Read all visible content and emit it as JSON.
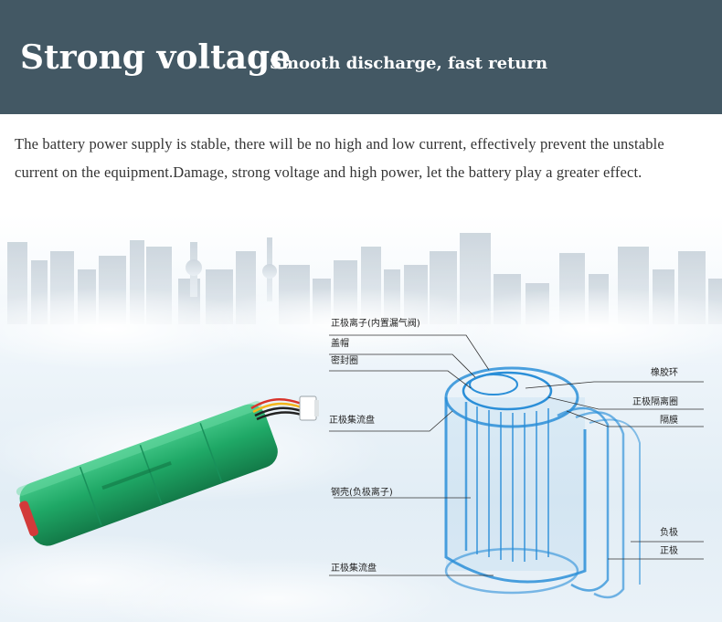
{
  "header": {
    "title": "Strong voltage",
    "subtitle": "Smooth discharge, fast return",
    "background": "#435864"
  },
  "description": "The battery power supply is stable, there will be no high and low current, effectively prevent the unstable current on the equipment.Damage, strong voltage and high power, let the battery play a greater effect.",
  "colors": {
    "battery_green": "#1fa866",
    "cell_blue": "#2b8fd8"
  },
  "diagram": {
    "labels": {
      "positive_ion_valve": "正极离子(内置漏气阀)",
      "cap": "盖帽",
      "seal_ring": "密封圈",
      "rubber_ring": "橡胶环",
      "positive_separator_ring": "正极隔离圈",
      "positive_collector_top": "正极集流盘",
      "separator": "隔膜",
      "steel_shell": "钢壳(负极离子)",
      "negative": "负极",
      "positive": "正极",
      "positive_collector_bottom": "正极集流盘"
    }
  }
}
